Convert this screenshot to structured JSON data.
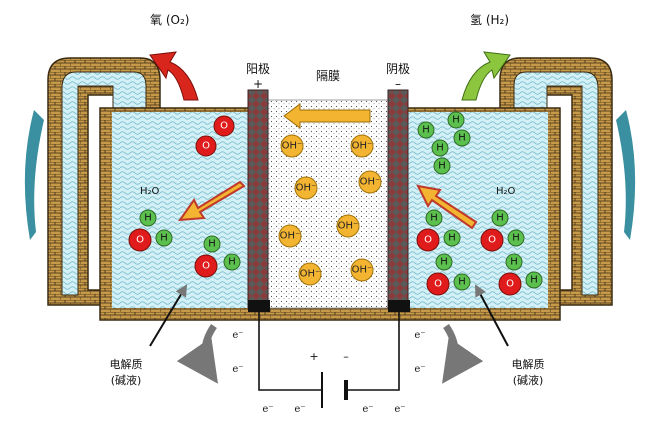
{
  "labels": {
    "oxygen": "氧 (O₂)",
    "hydrogen": "氢 (H₂)",
    "anode": "阳极",
    "anode_sign": "+",
    "cathode": "阴极",
    "cathode_sign": "–",
    "membrane": "隔膜",
    "water": "H₂O",
    "electrolyte_line1": "电解质",
    "electrolyte_line2": "(碱液)",
    "battery_plus": "+",
    "battery_minus": "–"
  },
  "ions": {
    "hydroxide": "OH⁻",
    "electron": "e⁻",
    "oxygen_atom": "O",
    "hydrogen_atom": "H"
  },
  "colors": {
    "tank_wall": "#c79a4a",
    "electrolyte": "#b9e6ee",
    "wave": "#6fb6c9",
    "oxygen_atom": "#e01b1b",
    "hydrogen_atom": "#5cc04f",
    "hydroxide": "#f2b431",
    "electrode": "#8a3b3b",
    "oxygen_arrow": "#d9261c",
    "hydrogen_arrow": "#8cc63f",
    "flow_arrow": "#3a8fa0"
  }
}
